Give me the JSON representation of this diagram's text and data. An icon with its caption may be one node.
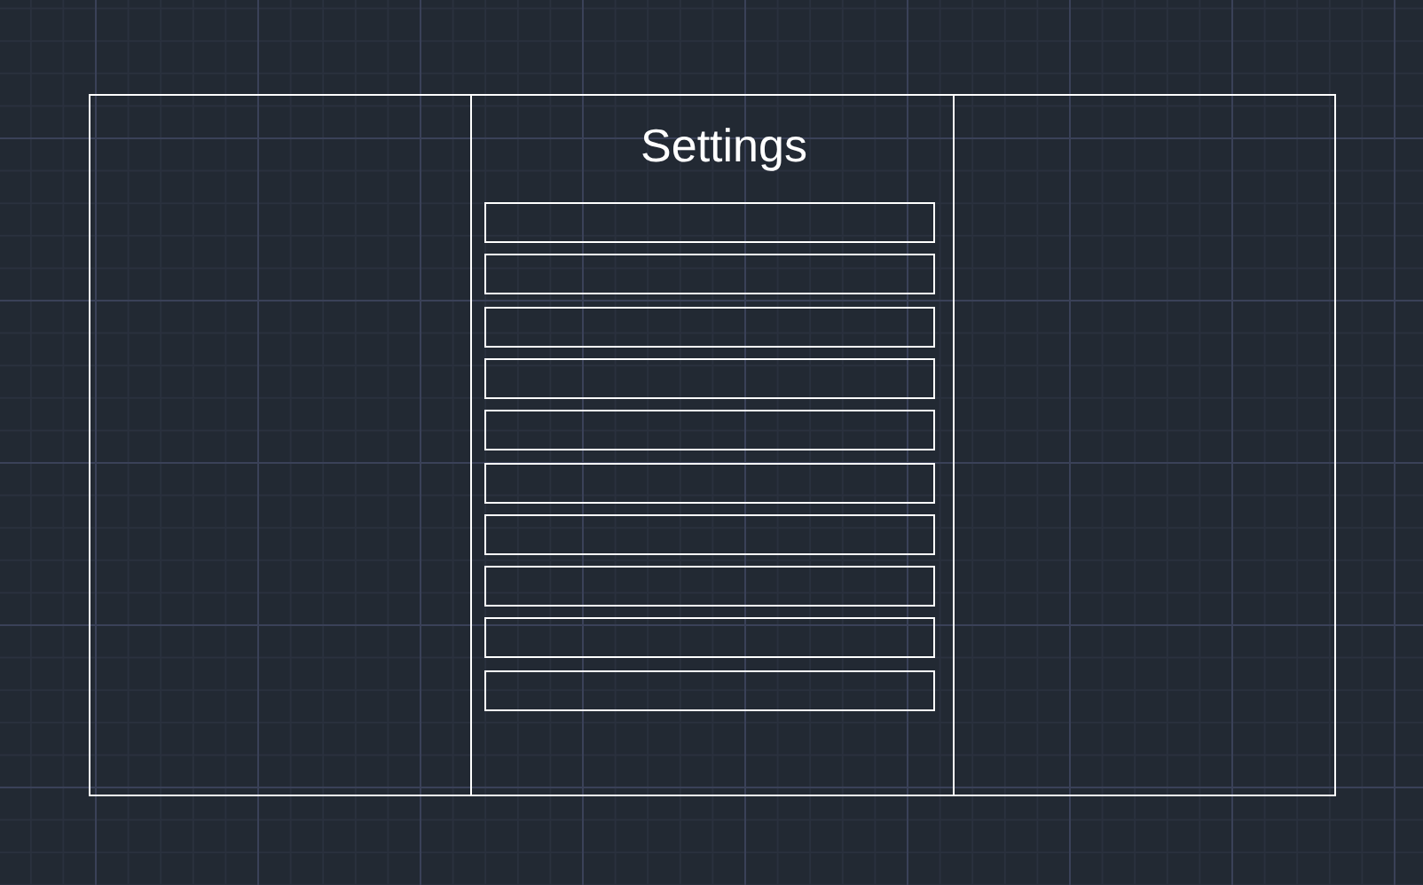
{
  "diagram": {
    "nodes": [
      {
        "text": [],
        "shape": "box"
      },
      {
        "text": [
          "Settings"
        ],
        "in": 0
      },
      {
        "text": [],
        "shape": "box",
        "in": 1
      },
      {
        "text": [],
        "shape": "box",
        "in": 1
      },
      {
        "text": [],
        "shape": "box",
        "in": 1
      },
      {
        "text": [],
        "shape": "box",
        "in": 1
      },
      {
        "text": [],
        "shape": "box",
        "in": 1
      },
      {
        "text": [],
        "shape": "box",
        "in": 1
      },
      {
        "text": [],
        "shape": "box",
        "in": 1
      },
      {
        "text": [],
        "shape": "box",
        "in": 1
      },
      {
        "text": [],
        "shape": "box",
        "in": 1
      },
      {
        "text": [],
        "shape": "box",
        "in": 1
      }
    ]
  }
}
